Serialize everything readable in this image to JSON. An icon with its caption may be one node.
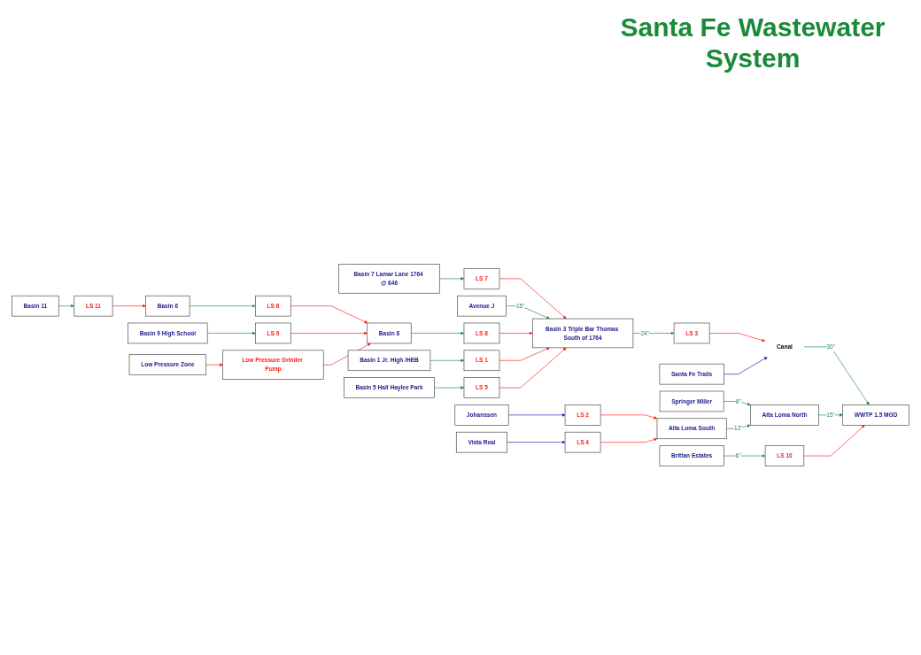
{
  "diagram": {
    "title": "Santa Fe Wastewater System",
    "nodes": [
      {
        "text": [
          "Basin 11"
        ]
      },
      {
        "text": [
          "LS 11"
        ]
      },
      {
        "text": [
          "Basin 6"
        ]
      },
      {
        "text": [
          "LS 6"
        ]
      },
      {
        "text": [
          "Basin 7 Lamar Lane 1764 @ 646"
        ]
      },
      {
        "text": [
          "LS 7"
        ]
      },
      {
        "text": [
          "Avenue J"
        ]
      },
      {
        "text": [
          "Basin 9 High School"
        ]
      },
      {
        "text": [
          "LS 9"
        ]
      },
      {
        "text": [
          "Basin 8"
        ]
      },
      {
        "text": [
          "LS 8"
        ]
      },
      {
        "text": [
          "Basin 3 Triple Bar Thomas South of 1764"
        ]
      },
      {
        "text": [
          "LS 3"
        ]
      },
      {
        "text": [
          "Low Pressure Zone"
        ]
      },
      {
        "text": [
          "Low Pressure Grinder Pump"
        ]
      },
      {
        "text": [
          "Basin 1 Jr. High /HEB"
        ]
      },
      {
        "text": [
          "LS 1"
        ]
      },
      {
        "text": [
          "Santa Fe Trails"
        ]
      },
      {
        "text": [
          "Canal"
        ]
      },
      {
        "text": [
          "WWTP 1.5 MGD"
        ]
      },
      {
        "text": [
          "Alta Loma North"
        ]
      },
      {
        "text": [
          "Basin 5 Hall Haylee Park"
        ]
      },
      {
        "text": [
          "LS 5"
        ]
      },
      {
        "text": [
          "Springer Miller"
        ]
      },
      {
        "text": [
          "Alta Loma South"
        ]
      },
      {
        "text": [
          "LS 10"
        ]
      },
      {
        "text": [
          "LS 2"
        ]
      },
      {
        "text": [
          "LS 4"
        ]
      },
      {
        "text": [
          "Brittan Estates"
        ]
      },
      {
        "text": [
          "Johanssen"
        ]
      },
      {
        "text": [
          "Vista Real"
        ]
      }
    ],
    "edges": [
      {
        "from": 0,
        "to": 1,
        "arrow": "to"
      },
      {
        "from": 1,
        "to": 2,
        "arrow": "to",
        "color": "#ff1a1a"
      },
      {
        "from": 2,
        "to": 3,
        "arrow": "to"
      },
      {
        "from": 3,
        "to": 9,
        "arrow": "to",
        "color": "#ff1a1a"
      },
      {
        "from": 4,
        "to": 5,
        "arrow": "to"
      },
      {
        "from": 5,
        "to": 11,
        "arrow": "to",
        "color": "#ff1a1a"
      },
      {
        "from": 6,
        "to": 11,
        "arrow": "to",
        "label": "15\""
      },
      {
        "from": 7,
        "to": 8,
        "arrow": "to"
      },
      {
        "from": 8,
        "to": 9,
        "arrow": "to",
        "color": "#ff1a1a"
      },
      {
        "from": 9,
        "to": 10,
        "arrow": "to"
      },
      {
        "from": 10,
        "to": 11,
        "arrow": "to",
        "color": "#ff1a1a"
      },
      {
        "from": 11,
        "to": 12,
        "arrow": "to",
        "label": "24\""
      },
      {
        "from": 13,
        "to": 14,
        "arrow": "to",
        "color": "#ff1a1a"
      },
      {
        "from": 14,
        "to": 9,
        "arrow": "to",
        "color": "#ff1a1a"
      },
      {
        "from": 15,
        "to": 16,
        "arrow": "to"
      },
      {
        "from": 16,
        "to": 11,
        "arrow": "to",
        "color": "#ff1a1a"
      },
      {
        "from": 21,
        "to": 22,
        "arrow": "to"
      },
      {
        "from": 22,
        "to": 11,
        "arrow": "to",
        "color": "#ff1a1a"
      },
      {
        "from": 12,
        "to": 18,
        "arrow": "to",
        "color": "#ff1a1a"
      },
      {
        "from": 17,
        "to": 18,
        "arrow": "to",
        "color": "#1a1aa8"
      },
      {
        "from": 18,
        "to": 19,
        "arrow": "to",
        "label": "30\""
      },
      {
        "from": 20,
        "to": 19,
        "arrow": "to",
        "label": "15\""
      },
      {
        "from": 23,
        "to": 20,
        "arrow": "to",
        "label": "8\""
      },
      {
        "from": 24,
        "to": 20,
        "arrow": "to",
        "label": "12\""
      },
      {
        "from": 26,
        "to": 24,
        "arrow": "to",
        "color": "#ff1a1a"
      },
      {
        "from": 27,
        "to": 24,
        "arrow": "to",
        "color": "#ff1a1a"
      },
      {
        "from": 29,
        "to": 26,
        "arrow": "to",
        "color": "#1a1aa8"
      },
      {
        "from": 30,
        "to": 27,
        "arrow": "to",
        "color": "#1a1aa8"
      },
      {
        "from": 28,
        "to": 25,
        "arrow": "to",
        "label": "6\""
      },
      {
        "from": 25,
        "to": 19,
        "arrow": "to",
        "color": "#ff1a1a"
      }
    ]
  }
}
